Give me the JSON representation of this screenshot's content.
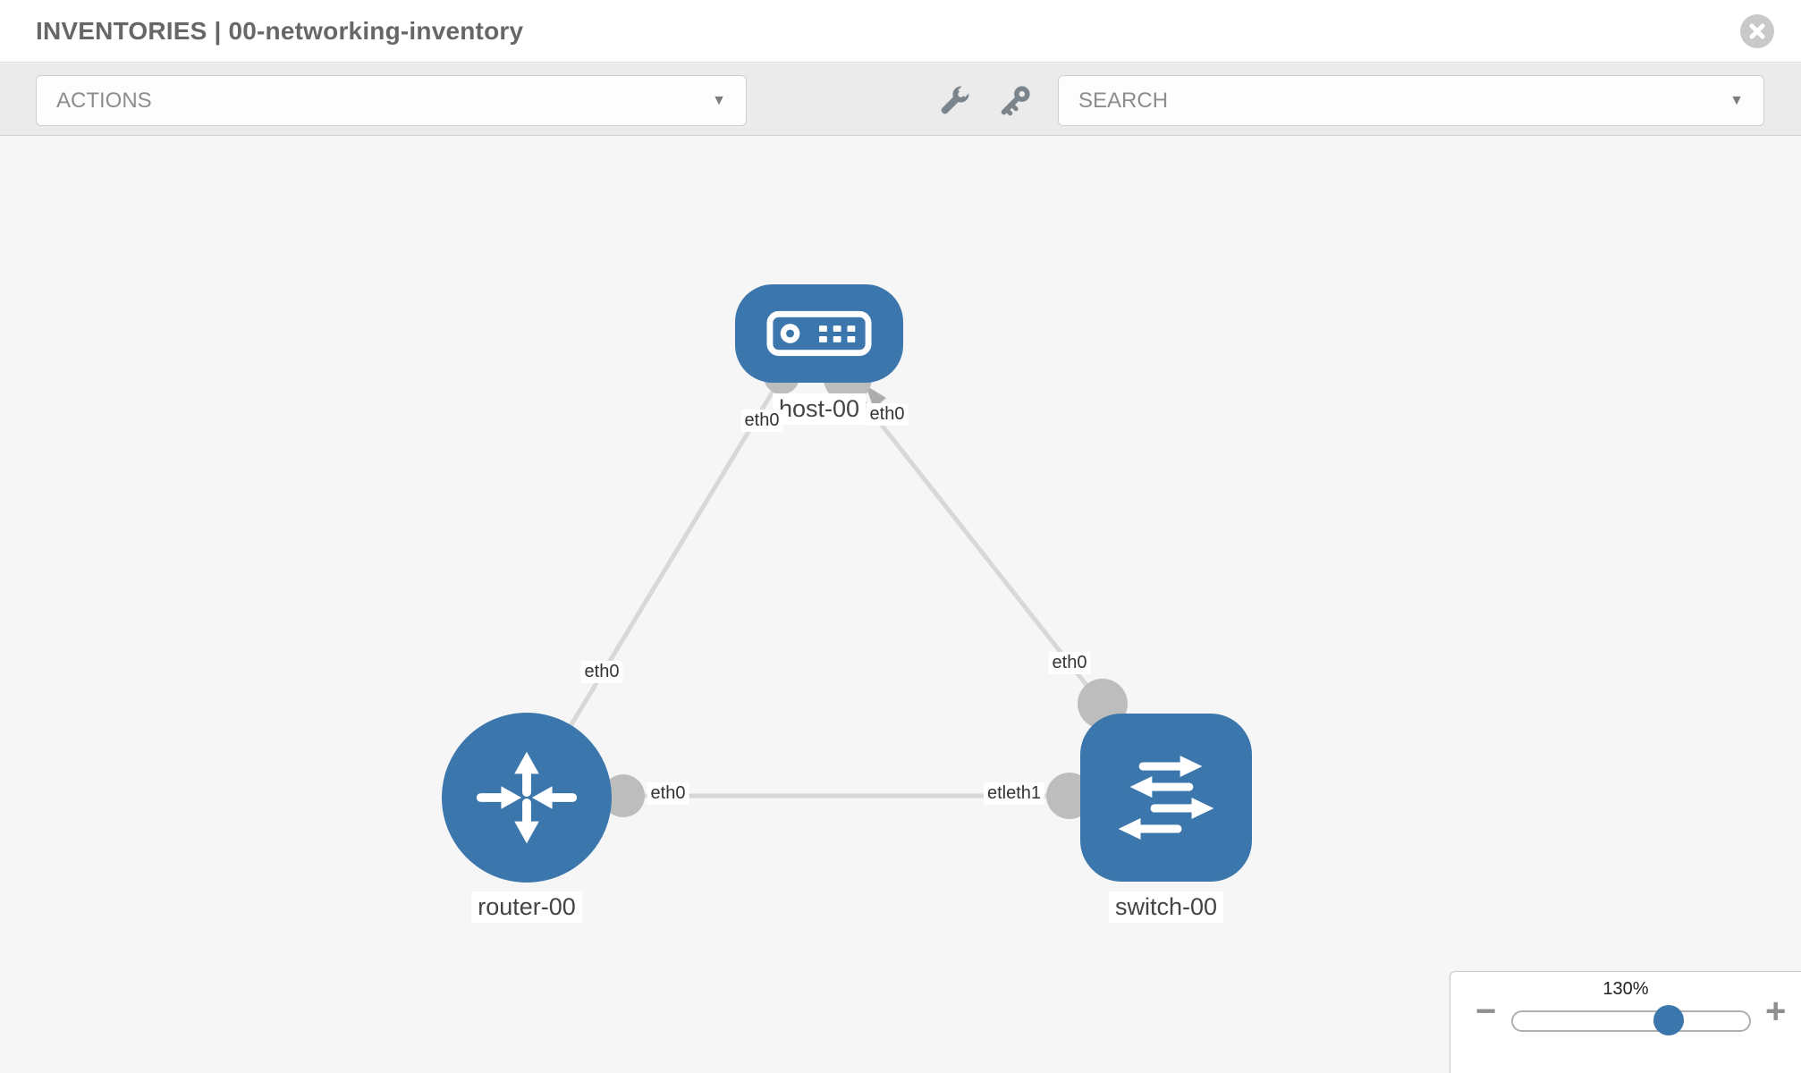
{
  "header": {
    "title": "INVENTORIES | 00-networking-inventory",
    "close_icon": "circle-x-icon"
  },
  "toolbar": {
    "actions_label": "ACTIONS",
    "search_label": "SEARCH",
    "caret": "▼",
    "icons": [
      "wrench-icon",
      "key-icon"
    ]
  },
  "topology": {
    "nodes": [
      {
        "label": "host-00",
        "type": "host",
        "icon": "host-icon"
      },
      {
        "label": "router-00",
        "type": "router",
        "icon": "router-icon"
      },
      {
        "label": "switch-00",
        "type": "switch",
        "icon": "switch-icon"
      }
    ],
    "links": [
      {
        "from": "host-00",
        "to": "router-00",
        "from_if": "eth0",
        "to_if": "eth0"
      },
      {
        "from": "host-00",
        "to": "switch-00",
        "from_if": "eth0",
        "to_if": "eth0"
      },
      {
        "from": "router-00",
        "to": "switch-00",
        "from_if": "eth0",
        "to_if": "etleth1"
      }
    ],
    "iface": {
      "host_left": "eth0",
      "host_right": "eth0",
      "router_top": "eth0",
      "switch_top": "eth0",
      "mid_left": "eth0",
      "mid_right": "etleth1"
    }
  },
  "zoom_control": {
    "level": "130%",
    "minus": "−",
    "plus": "+"
  },
  "colors": {
    "node_blue": "#3b76ad",
    "link_gray": "#d8d8d8",
    "endpoint_gray": "#bdbdbd",
    "canvas_bg": "#f6f6f6",
    "toolbar_bg": "#ebebeb",
    "header_text": "#676767"
  }
}
